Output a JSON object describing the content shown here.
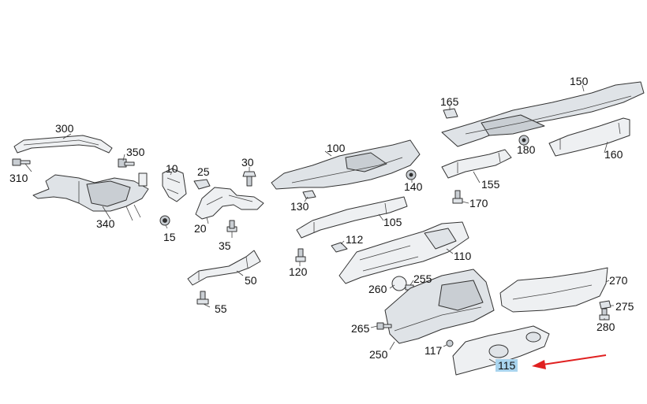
{
  "callouts": [
    {
      "id": "l300",
      "text": "300"
    },
    {
      "id": "l350",
      "text": "350"
    },
    {
      "id": "l310",
      "text": "310"
    },
    {
      "id": "l340",
      "text": "340"
    },
    {
      "id": "l10",
      "text": "10"
    },
    {
      "id": "l25",
      "text": "25"
    },
    {
      "id": "l30",
      "text": "30"
    },
    {
      "id": "l20",
      "text": "20"
    },
    {
      "id": "l15",
      "text": "15"
    },
    {
      "id": "l35",
      "text": "35"
    },
    {
      "id": "l50",
      "text": "50"
    },
    {
      "id": "l55",
      "text": "55"
    },
    {
      "id": "l100",
      "text": "100"
    },
    {
      "id": "l130",
      "text": "130"
    },
    {
      "id": "l140",
      "text": "140"
    },
    {
      "id": "l105",
      "text": "105"
    },
    {
      "id": "l112",
      "text": "112"
    },
    {
      "id": "l120",
      "text": "120"
    },
    {
      "id": "l110",
      "text": "110"
    },
    {
      "id": "l150",
      "text": "150"
    },
    {
      "id": "l165",
      "text": "165"
    },
    {
      "id": "l180",
      "text": "180"
    },
    {
      "id": "l160",
      "text": "160"
    },
    {
      "id": "l155",
      "text": "155"
    },
    {
      "id": "l170",
      "text": "170"
    },
    {
      "id": "l260",
      "text": "260"
    },
    {
      "id": "l255",
      "text": "255"
    },
    {
      "id": "l265",
      "text": "265"
    },
    {
      "id": "l250",
      "text": "250"
    },
    {
      "id": "l117",
      "text": "117"
    },
    {
      "id": "l270",
      "text": "270"
    },
    {
      "id": "l275",
      "text": "275"
    },
    {
      "id": "l280",
      "text": "280"
    },
    {
      "id": "l115",
      "text": "115"
    }
  ],
  "highlight": {
    "part_number": "115",
    "highlight_color": "#a9d4ee",
    "arrow_color": "#e02020"
  }
}
